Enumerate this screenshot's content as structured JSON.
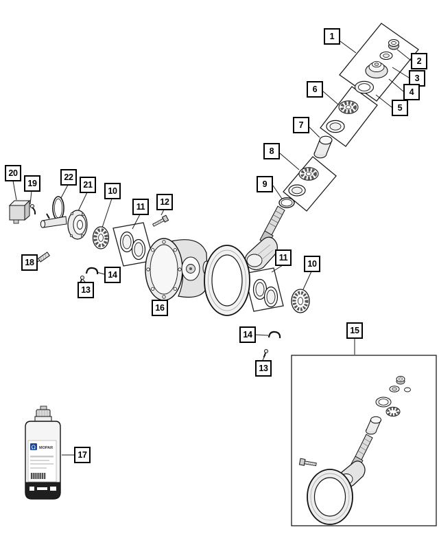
{
  "diagram": {
    "callouts": [
      {
        "label": "1"
      },
      {
        "label": "2"
      },
      {
        "label": "3"
      },
      {
        "label": "4"
      },
      {
        "label": "5"
      },
      {
        "label": "6"
      },
      {
        "label": "7"
      },
      {
        "label": "8"
      },
      {
        "label": "9"
      },
      {
        "label": "10"
      },
      {
        "label": "11"
      },
      {
        "label": "12"
      },
      {
        "label": "20"
      },
      {
        "label": "19"
      },
      {
        "label": "22"
      },
      {
        "label": "21"
      },
      {
        "label": "18"
      },
      {
        "label": "14"
      },
      {
        "label": "13"
      },
      {
        "label": "16"
      },
      {
        "label": "11"
      },
      {
        "label": "10"
      },
      {
        "label": "14"
      },
      {
        "label": "13"
      },
      {
        "label": "15"
      },
      {
        "label": "17"
      }
    ],
    "bottle": {
      "brand": "MOPAR"
    },
    "colors": {
      "background": "#ffffff",
      "line": "#1a1a1a",
      "callout_border": "#000000",
      "callout_background": "#ffffff",
      "brand_blue": "#17469e"
    }
  }
}
